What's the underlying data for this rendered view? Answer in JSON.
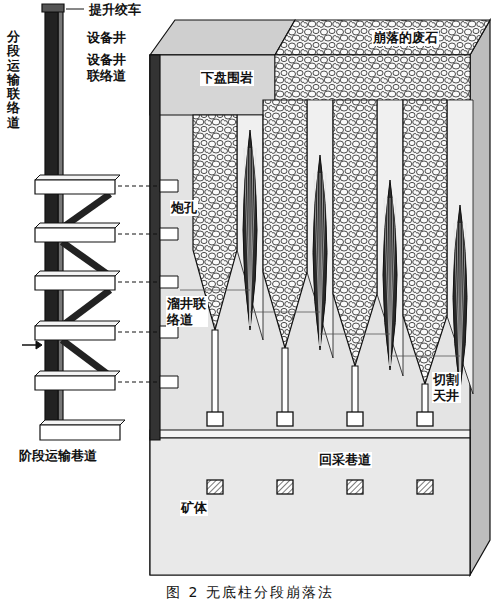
{
  "diagram": {
    "caption": "图 2 无底柱分段崩落法",
    "labels": [
      "提升绞车",
      "分段运输联络道",
      "设备井",
      "设备井联络道",
      "下盘围岩",
      "崩落的废石",
      "炮孔",
      "溜井联络道",
      "切割天井",
      "回采巷道",
      "阶段运输巷道",
      "矿体"
    ]
  }
}
